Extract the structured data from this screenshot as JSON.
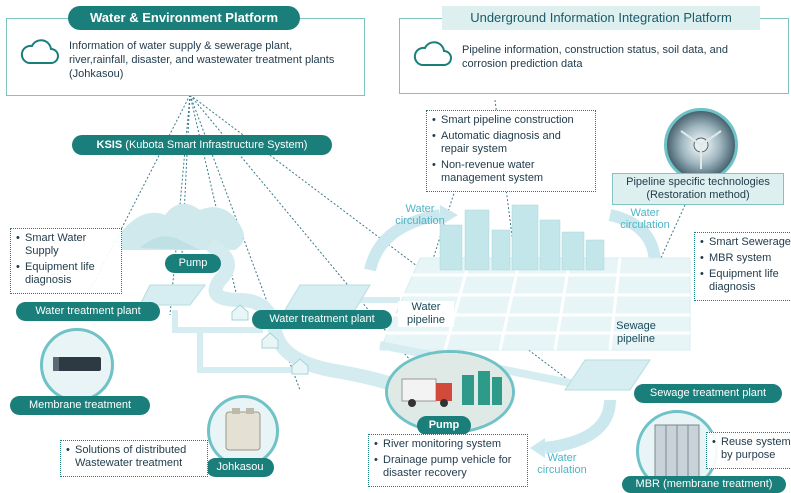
{
  "water_platform": {
    "title": "Water & Environment Platform",
    "description": "Information of water supply & sewerage plant, river,rainfall, disaster, and wastewater treatment plants (Johkasou)",
    "icon": "cloud-icon"
  },
  "underground_platform": {
    "title": "Underground Information Integration Platform",
    "description": "Pipeline information, construction status, soil data, and corrosion prediction data",
    "icon": "cloud-icon"
  },
  "ksis": {
    "short": "KSIS",
    "full": "(Kubota Smart Infrastructure System)"
  },
  "smart_pipeline_box": [
    "Smart pipeline construction",
    "Automatic diagnosis and repair system",
    "Non-revenue water management system"
  ],
  "pipeline_tech": {
    "line1": "Pipeline specific technologies",
    "line2": "(Restoration method)"
  },
  "left_water_box": [
    "Smart Water Supply",
    "Equipment life diagnosis"
  ],
  "right_sewer_box": [
    "Smart Sewerage",
    "MBR system",
    "Equipment life diagnosis"
  ],
  "distributed_box": [
    "Solutions of distributed Wastewater treatment"
  ],
  "river_box": [
    "River monitoring system",
    "Drainage pump vehicle for disaster recovery"
  ],
  "reuse_box": [
    "Reuse system by purpose"
  ],
  "labels": {
    "pump_upper": "Pump",
    "water_plant_left": "Water treatment plant",
    "water_plant_center": "Water treatment plant",
    "membrane": "Membrane treatment",
    "johkasou": "Johkasou",
    "pump_lower": "Pump",
    "sewage_plant": "Sewage treatment plant",
    "mbr": "MBR (membrane treatment)",
    "water_pipeline": "Water pipeline",
    "sewage_pipeline": "Sewage pipeline",
    "water_circ_1": "Water circulation",
    "water_circ_2": "Water circulation",
    "water_circ_3": "Water circulation"
  },
  "colors": {
    "teal": "#1a7e7a",
    "light_teal": "#7fc4c0",
    "flow": "#b9e3e8"
  }
}
